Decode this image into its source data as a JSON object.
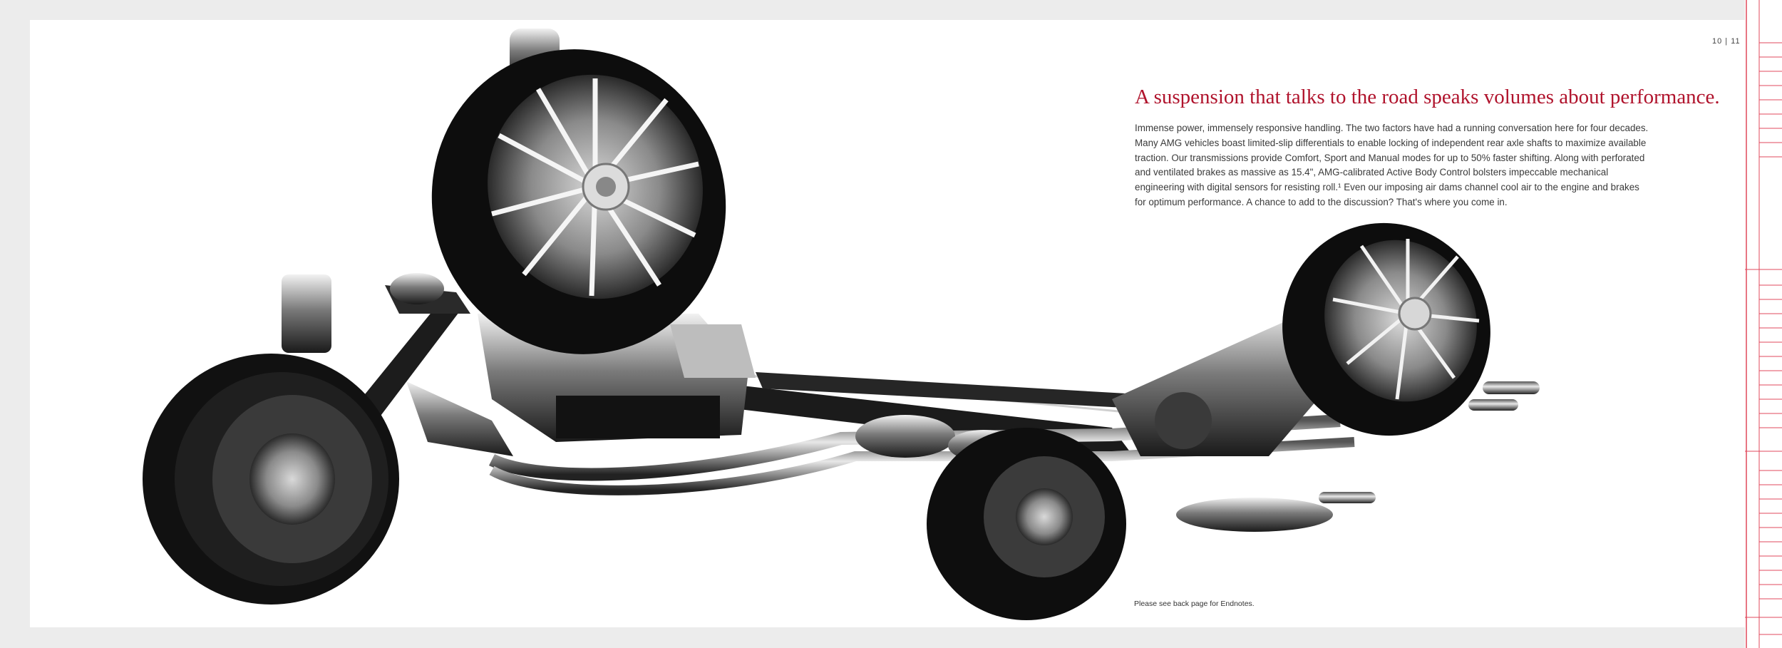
{
  "page": {
    "page_number": "10 | 11",
    "headline": "A suspension that talks to the road speaks volumes about performance.",
    "body": "Immense power, immensely responsive handling. The two factors have had a running conversation here for four decades. Many AMG vehicles boast limited-slip differentials to enable locking of independent rear axle shafts to maximize available traction. Our transmissions provide Comfort, Sport and Manual modes for up to 50% faster shifting. Along with perforated and ventilated brakes as massive as 15.4\", AMG-calibrated Active Body Control bolsters impeccable mechanical engineering with digital sensors for resisting roll.¹ Even our imposing air dams channel cool air to the engine and brakes for optimum performance. A chance to add to the discussion? That's where you come in.",
    "endnote": "Please see back page for Endnotes."
  },
  "colors": {
    "headline": "#b0132c",
    "ruler": "#e0485c",
    "background": "#ececec"
  }
}
